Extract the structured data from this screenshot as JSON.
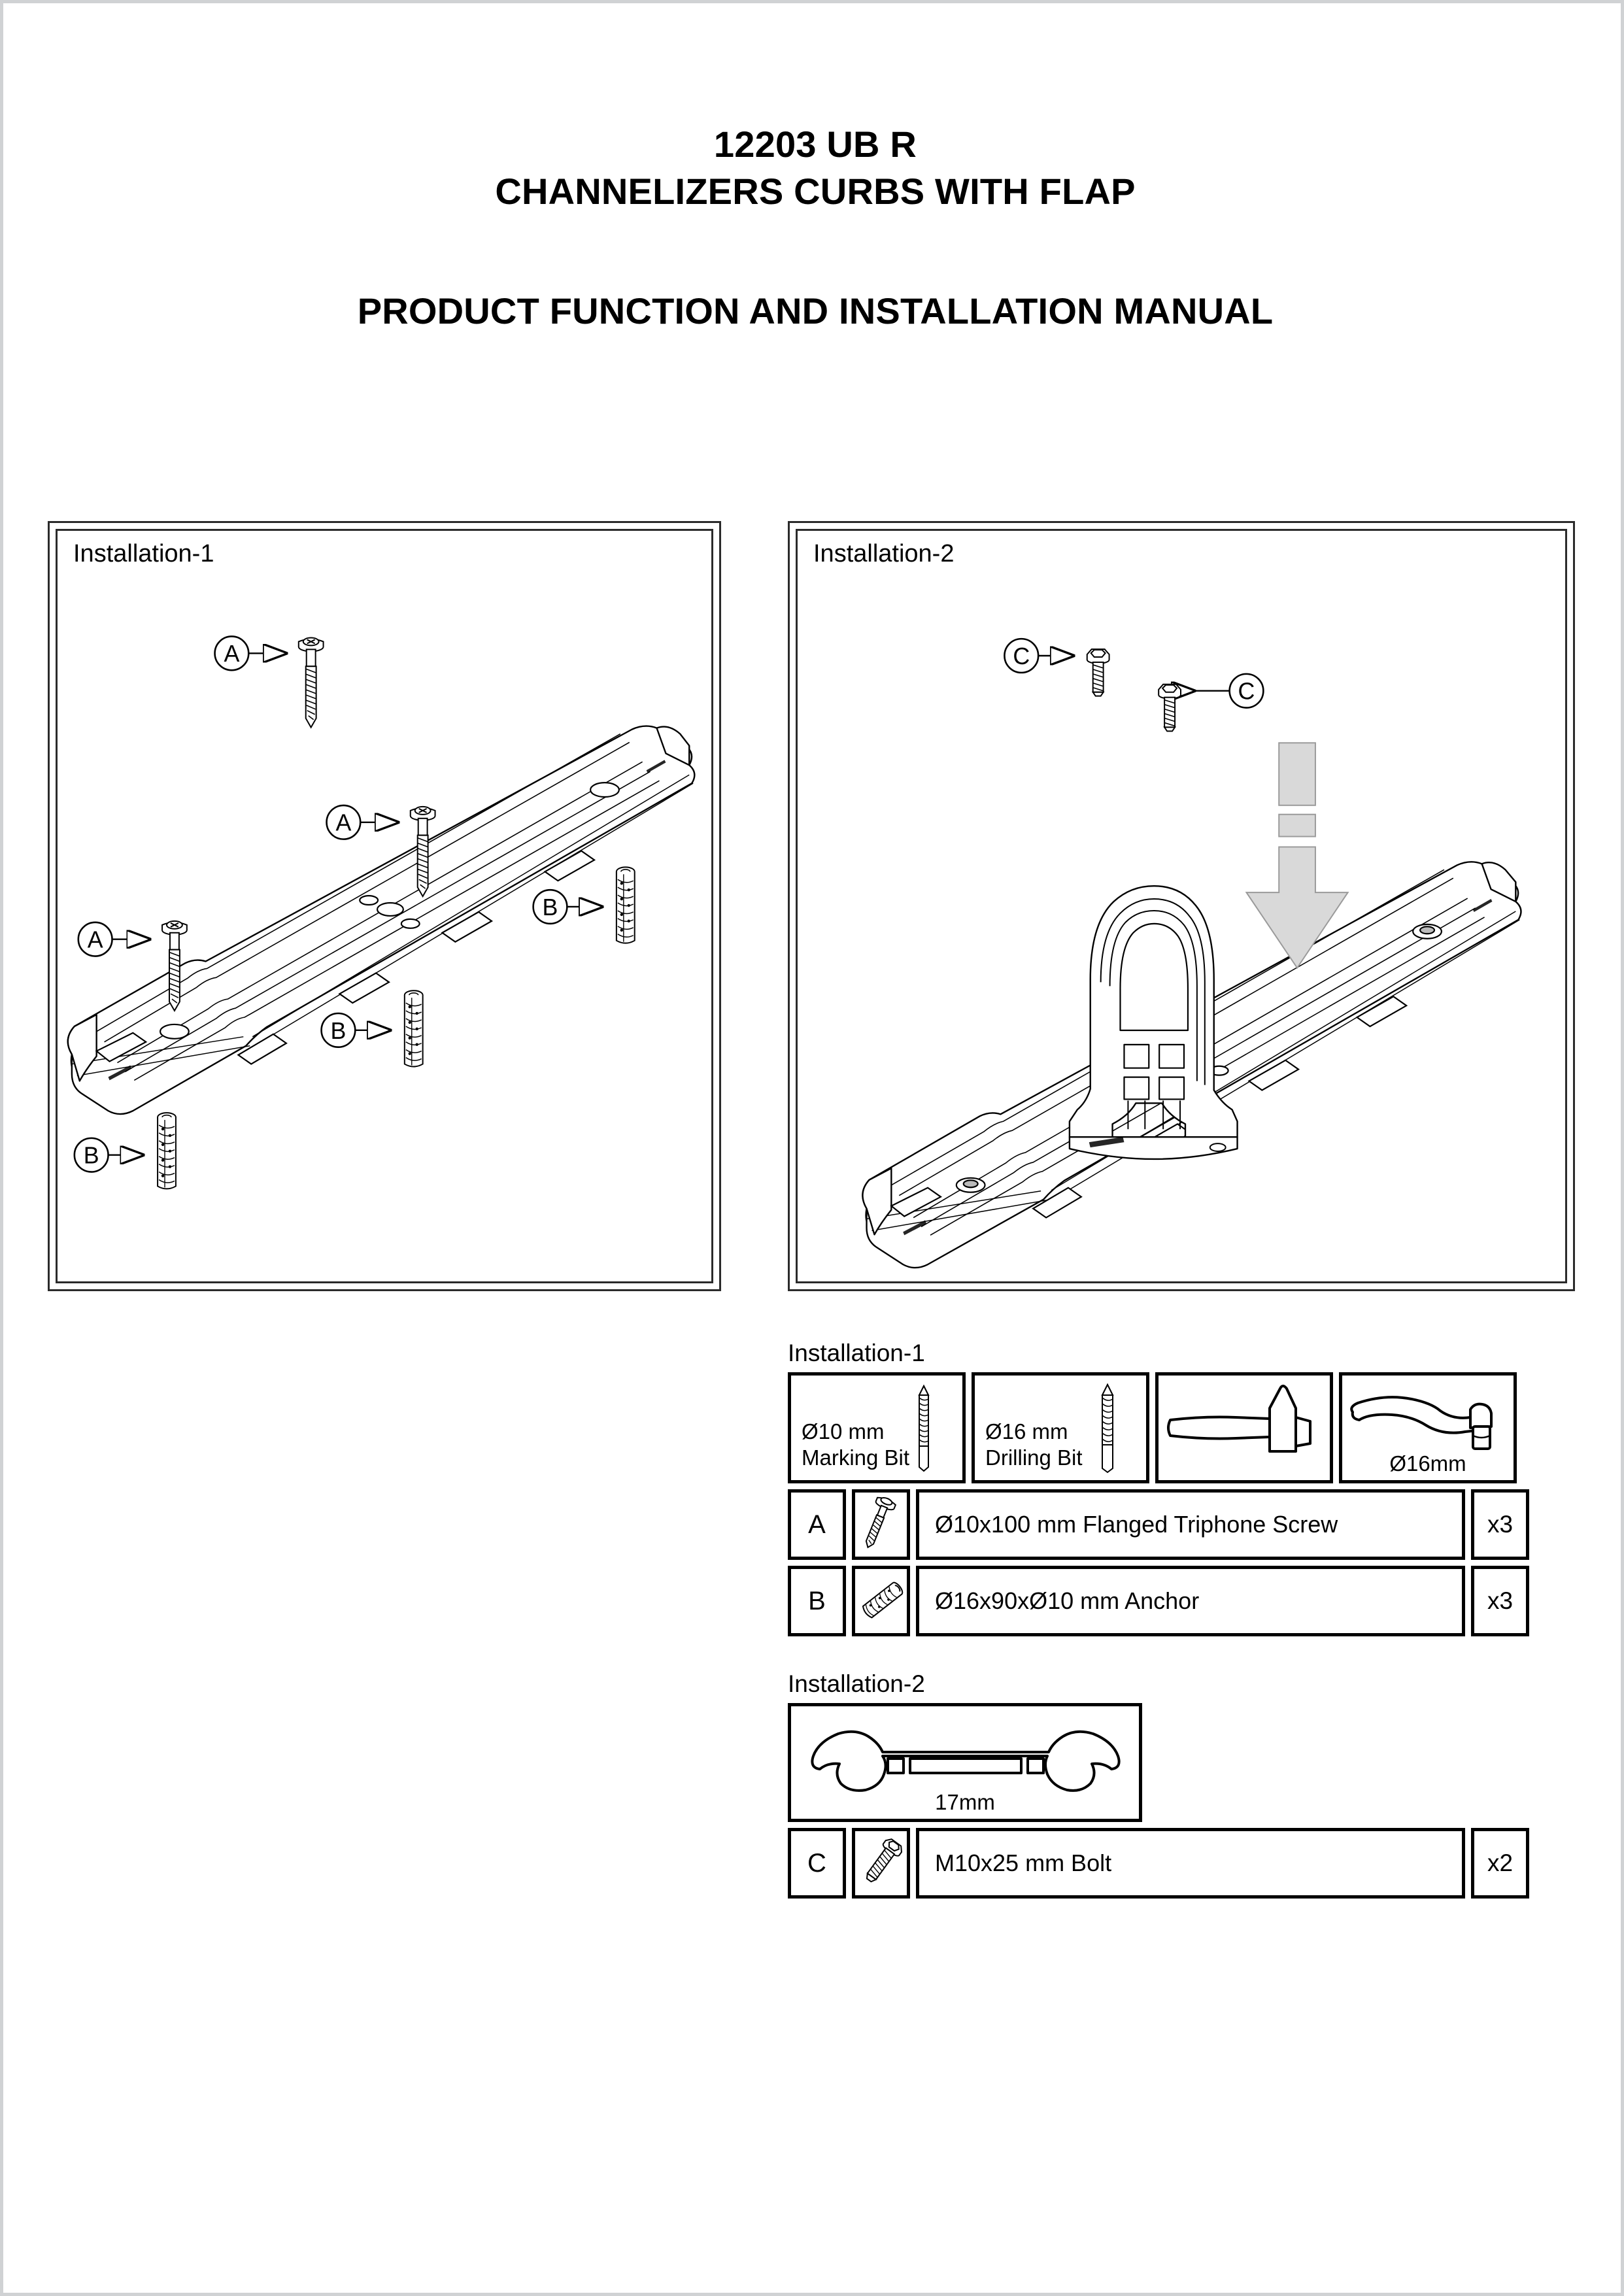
{
  "document": {
    "title_model": "12203 UB R",
    "title_product": "CHANNELIZERS CURBS WITH FLAP",
    "title_manual": "PRODUCT FUNCTION AND INSTALLATION MANUAL"
  },
  "panels": [
    {
      "id": "installation-1",
      "label": "Installation-1",
      "callouts": [
        "A",
        "A",
        "A",
        "B",
        "B",
        "B"
      ]
    },
    {
      "id": "installation-2",
      "label": "Installation-2",
      "callouts": [
        "C",
        "C"
      ]
    }
  ],
  "tables": [
    {
      "id": "installation-1",
      "caption": "Installation-1",
      "tools": [
        {
          "name": "marking-bit",
          "line1": "Ø10 mm",
          "line2": "Marking Bit",
          "align": "left"
        },
        {
          "name": "drilling-bit",
          "line1": "Ø16 mm",
          "line2": "Drilling Bit",
          "align": "left"
        },
        {
          "name": "hammer",
          "line1": "",
          "line2": "",
          "align": "left"
        },
        {
          "name": "socket-wrench",
          "line1": "",
          "line2": "Ø16mm",
          "align": "center"
        }
      ],
      "parts": [
        {
          "code": "A",
          "icon": "flanged-screw",
          "description": "Ø10x100 mm Flanged Triphone Screw",
          "qty": "x3"
        },
        {
          "code": "B",
          "icon": "anchor",
          "description": "Ø16x90xØ10 mm Anchor",
          "qty": "x3"
        }
      ]
    },
    {
      "id": "installation-2",
      "caption": "Installation-2",
      "tools": [
        {
          "name": "open-end-wrench",
          "line1": "",
          "line2": "17mm",
          "align": "center"
        }
      ],
      "parts": [
        {
          "code": "C",
          "icon": "bolt",
          "description": "M10x25 mm Bolt",
          "qty": "x2"
        }
      ]
    }
  ],
  "colors": {
    "ink": "#000000",
    "panel_border": "#2b2b2b",
    "page_border": "#d0d2d4",
    "arrow_fill": "#d9d9d9",
    "arrow_stroke": "#9a9a9a"
  }
}
